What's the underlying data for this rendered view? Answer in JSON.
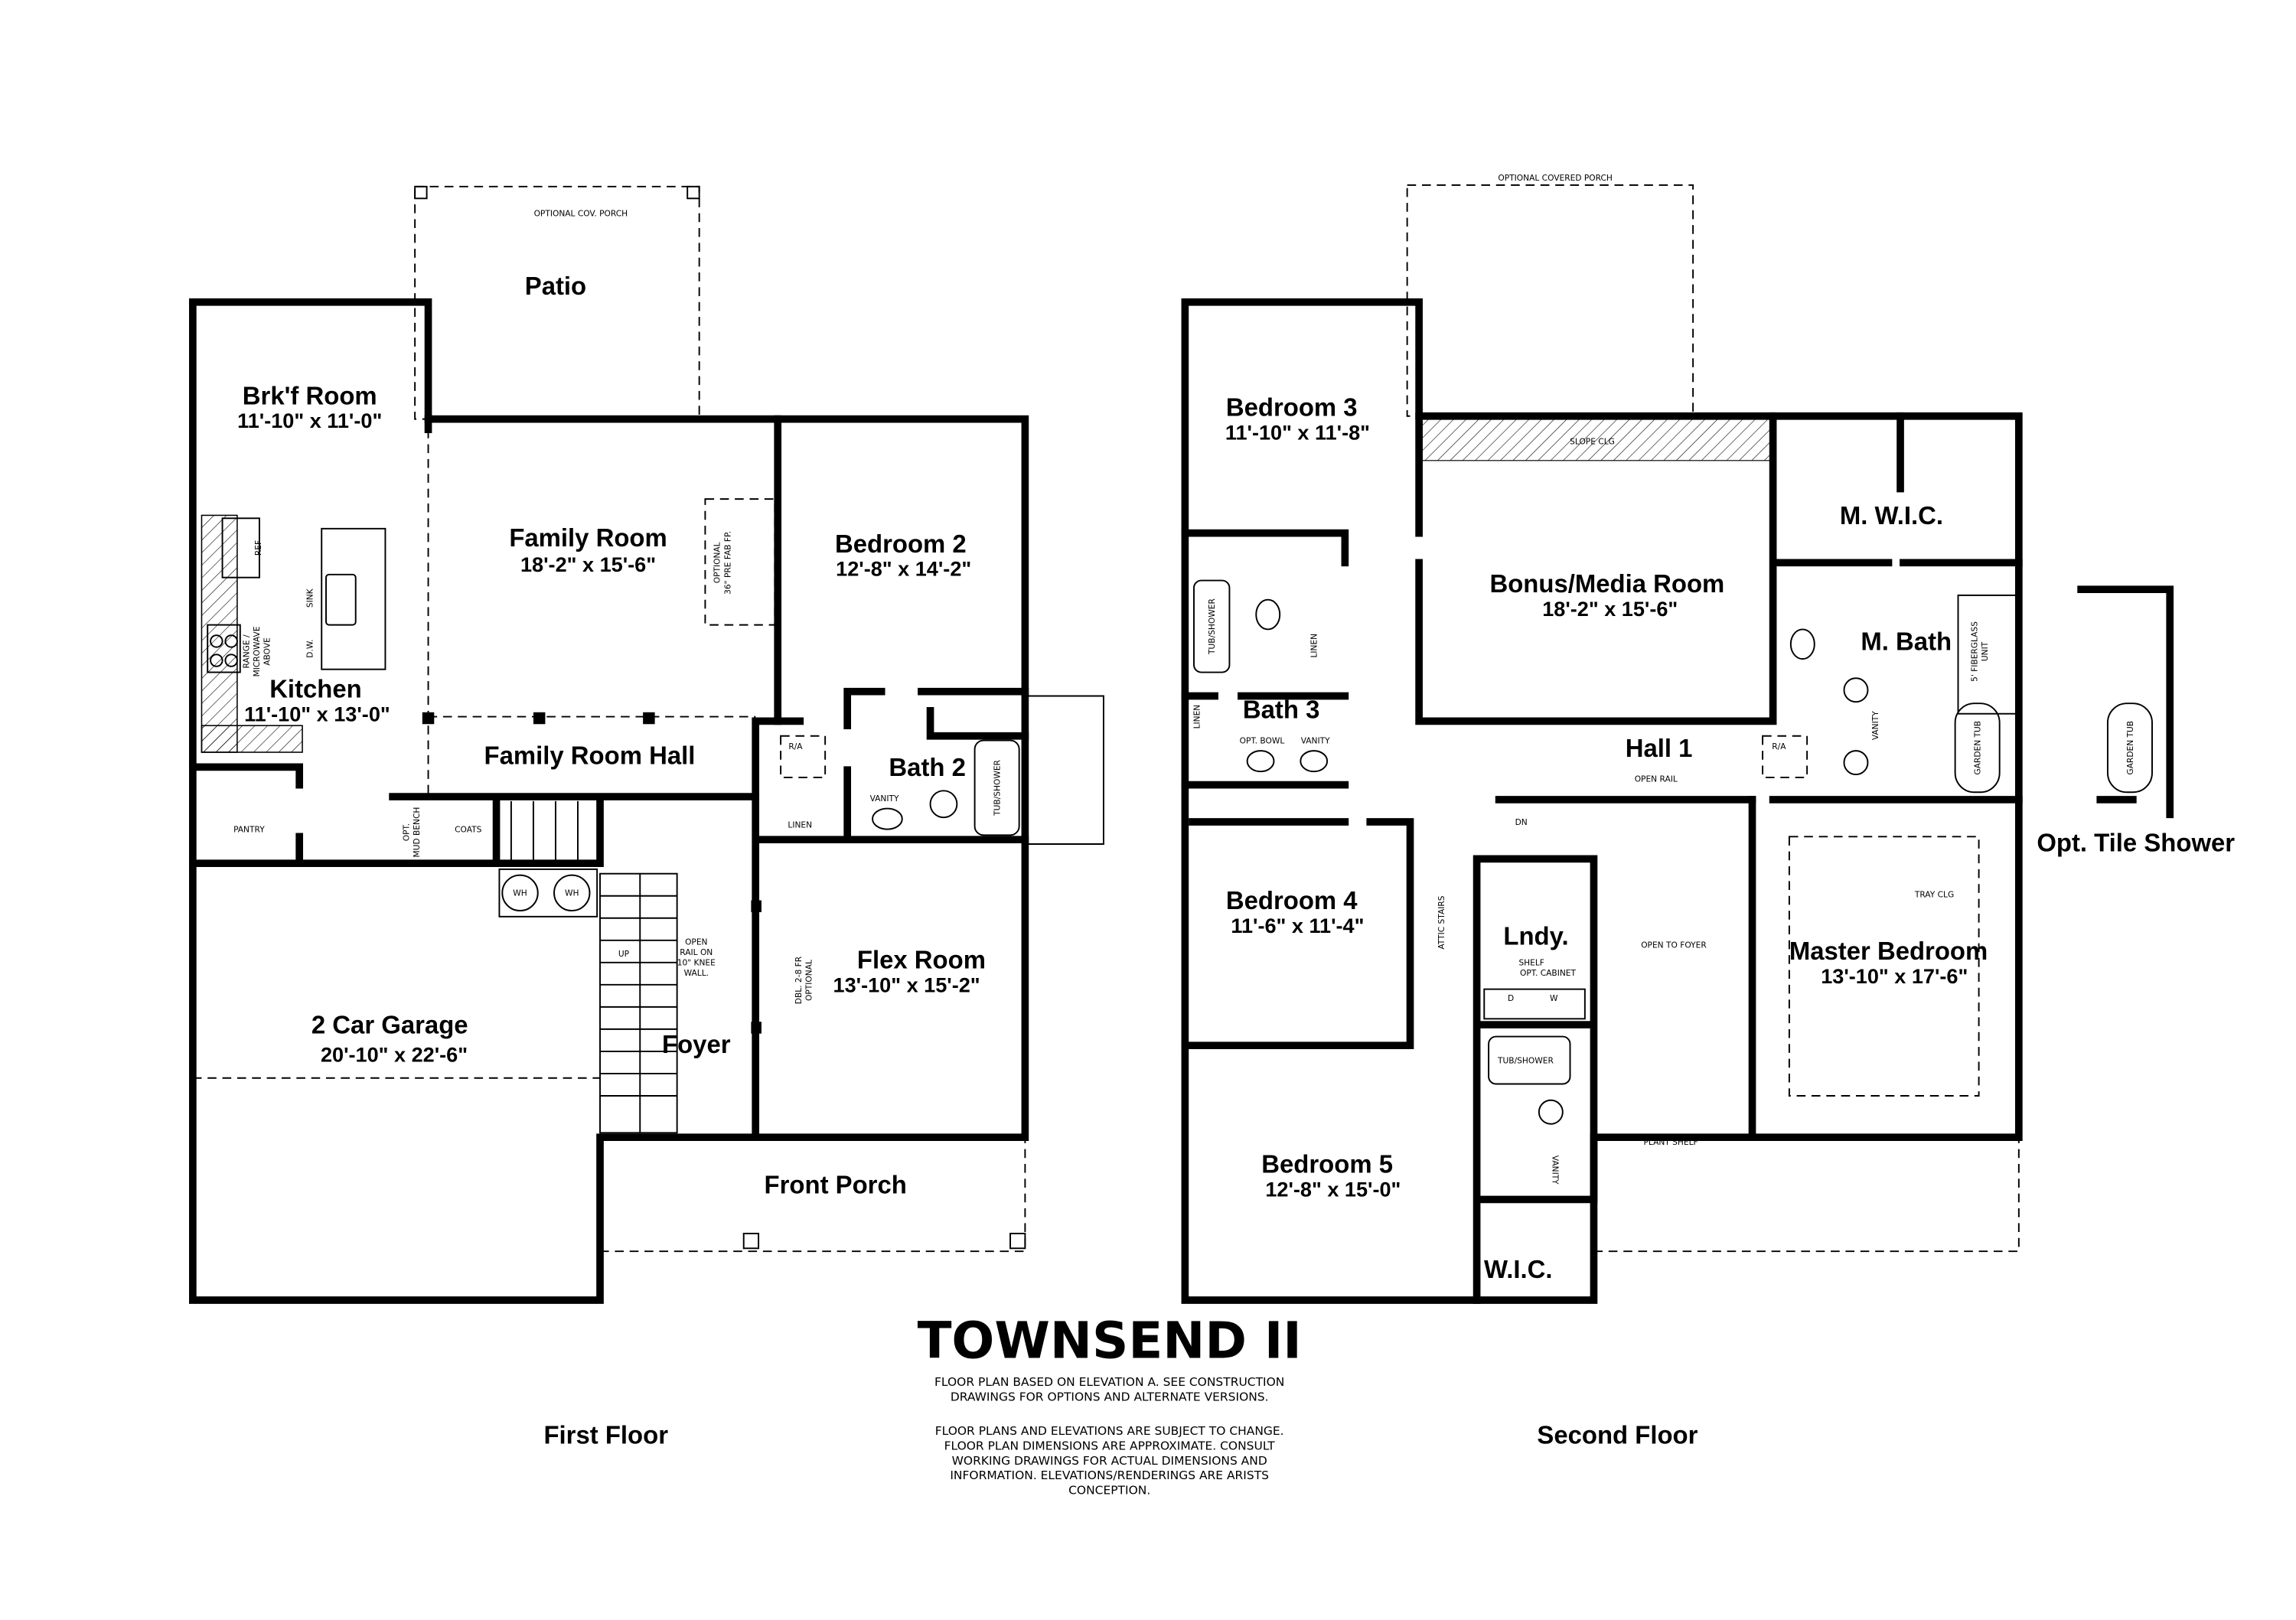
{
  "title": "TOWNSEND II",
  "disclaimer": {
    "line1": "FLOOR PLAN BASED ON ELEVATION A. SEE CONSTRUCTION",
    "line2": "DRAWINGS FOR OPTIONS AND ALTERNATE VERSIONS.",
    "line3": "FLOOR PLANS AND ELEVATIONS ARE SUBJECT TO CHANGE.",
    "line4": "FLOOR PLAN DIMENSIONS ARE APPROXIMATE. CONSULT",
    "line5": "WORKING DRAWINGS FOR ACTUAL DIMENSIONS AND",
    "line6": "INFORMATION. ELEVATIONS/RENDERINGS ARE ARISTS",
    "line7": "CONCEPTION."
  },
  "first_floor": {
    "label": "First Floor",
    "rooms": {
      "patio": {
        "name": "Patio"
      },
      "brkf": {
        "name": "Brk'f Room",
        "dims": "11'-10\" x 11'-0\""
      },
      "family": {
        "name": "Family Room",
        "dims": "18'-2\" x 15'-6\""
      },
      "bedroom2": {
        "name": "Bedroom 2",
        "dims": "12'-8\" x 14'-2\""
      },
      "kitchen": {
        "name": "Kitchen",
        "dims": "11'-10\" x 13'-0\""
      },
      "hall": {
        "name": "Family Room Hall"
      },
      "bath2": {
        "name": "Bath 2"
      },
      "garage": {
        "name": "2 Car Garage",
        "dims": "20'-10\" x 22'-6\""
      },
      "flex": {
        "name": "Flex Room",
        "dims": "13'-10\" x 15'-2\""
      },
      "foyer": {
        "name": "Foyer"
      },
      "porch": {
        "name": "Front Porch"
      }
    },
    "notes": {
      "cov_porch": "OPTIONAL COV. PORCH",
      "ref": "REF",
      "sink": "SINK",
      "dw": "D.W.",
      "range1": "RANGE /",
      "range2": "MICROWAVE",
      "range3": "ABOVE",
      "pantry": "PANTRY",
      "mud1": "OPT.",
      "mud2": "MUD BENCH",
      "coats": "COATS",
      "fp1": "OPTIONAL",
      "fp2": "36\" PRE FAB FP.",
      "ra": "R/A",
      "linen": "LINEN",
      "vanity": "VANITY",
      "tub": "TUB/SHOWER",
      "wh": "WH",
      "up": "UP",
      "rail1": "OPEN",
      "rail2": "RAIL ON",
      "rail3": "10\" KNEE",
      "rail4": "WALL.",
      "dbl1": "DBL. 2-8 FR",
      "dbl2": "OPTIONAL"
    }
  },
  "second_floor": {
    "label": "Second Floor",
    "rooms": {
      "bedroom3": {
        "name": "Bedroom 3",
        "dims": "11'-10\" x 11'-8\""
      },
      "bonus": {
        "name": "Bonus/Media Room",
        "dims": "18'-2\" x 15'-6\""
      },
      "mwic": {
        "name": "M. W.I.C."
      },
      "mbath": {
        "name": "M. Bath"
      },
      "bath3": {
        "name": "Bath 3"
      },
      "hall1": {
        "name": "Hall 1"
      },
      "bedroom4": {
        "name": "Bedroom 4",
        "dims": "11'-6\" x 11'-4\""
      },
      "lndy": {
        "name": "Lndy."
      },
      "master": {
        "name": "Master Bedroom",
        "dims": "13'-10\" x 17'-6\""
      },
      "bedroom5": {
        "name": "Bedroom 5",
        "dims": "12'-8\" x 15'-0\""
      },
      "wic": {
        "name": "W.I.C."
      },
      "tile_shower": {
        "name": "Opt. Tile Shower"
      }
    },
    "notes": {
      "cov_porch": "OPTIONAL COVERED PORCH",
      "slope": "SLOPE CLG",
      "tub": "TUB/SHOWER",
      "linen": "LINEN",
      "opt_bowl": "OPT. BOWL",
      "vanity": "VANITY",
      "open_rail": "OPEN RAIL",
      "dn": "DN",
      "attic": "ATTIC STAIRS",
      "shelf": "SHELF",
      "opt_cabinet": "OPT. CABINET",
      "d": "D",
      "w": "W",
      "open_foyer": "OPEN TO FOYER",
      "plant_shelf": "PLANT SHELF",
      "tray": "TRAY CLG",
      "fiberglass1": "5' FIBERGLASS",
      "fiberglass2": "UNIT",
      "garden_tub": "GARDEN TUB",
      "ra": "R/A"
    }
  }
}
